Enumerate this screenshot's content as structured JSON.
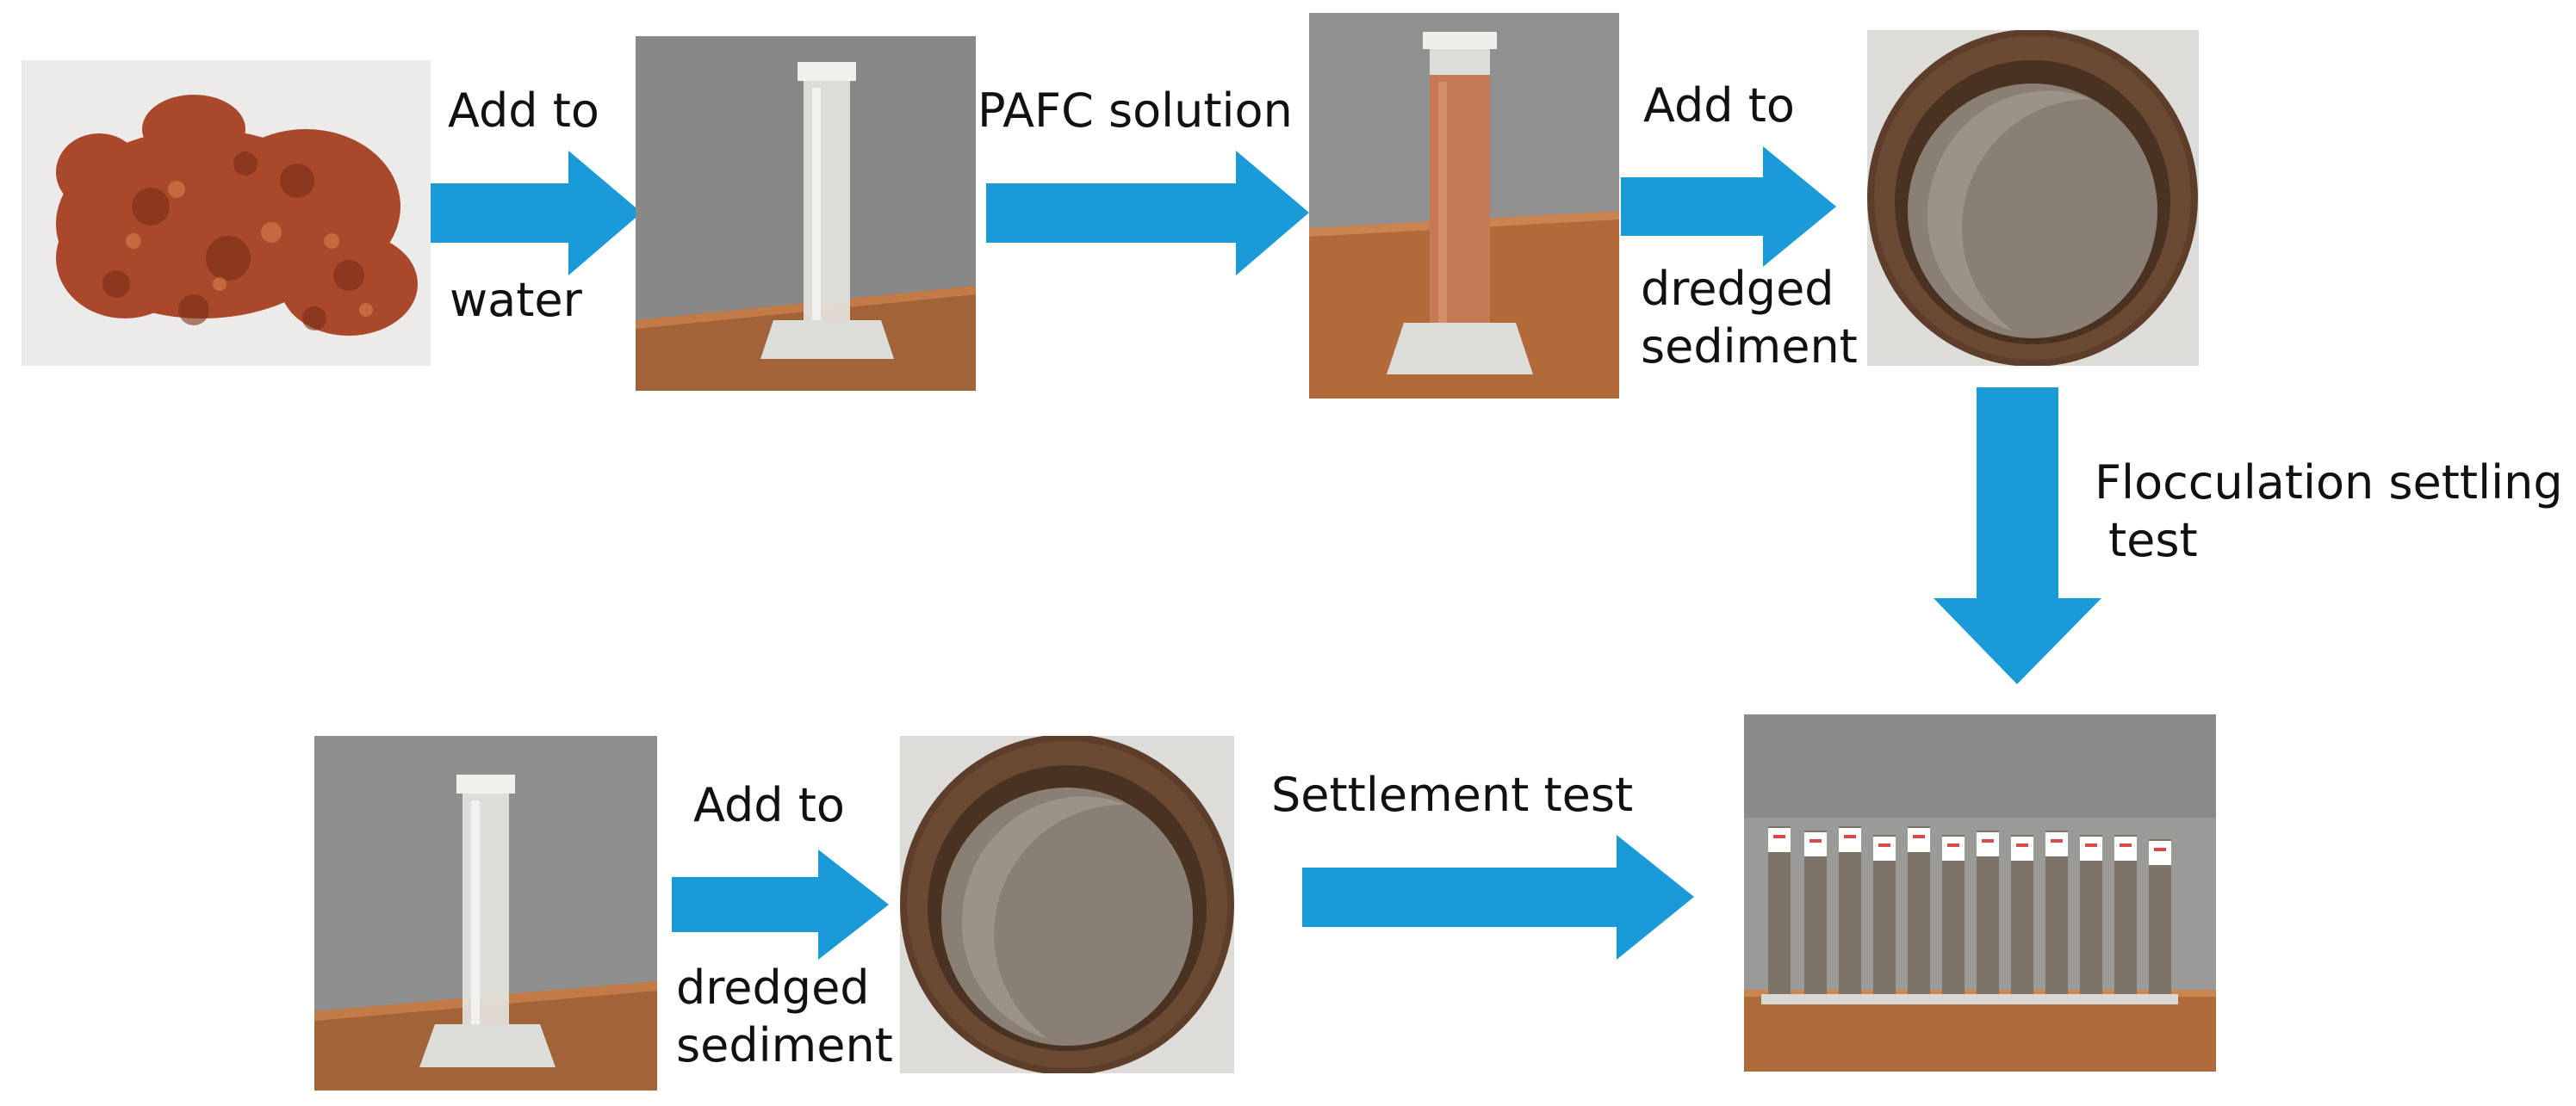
{
  "colors": {
    "arrow": "#1a9ad6",
    "sediment": "#8a7f73",
    "powder": "#b5552e",
    "wood": "#a5643a",
    "wall": "#8d8d8d"
  },
  "steps": {
    "add_to_water": {
      "top": "Add to",
      "bottom": "water"
    },
    "pafc": {
      "top": "PAFC solution"
    },
    "add_to_sediment_1": {
      "top": "Add to",
      "bottom_1": "dredged",
      "bottom_2": "sediment"
    },
    "flocculation": {
      "line_1": "Flocculation settling",
      "line_2": "test"
    },
    "add_to_sediment_2": {
      "top": "Add to",
      "bottom_1": "dredged",
      "bottom_2": "sediment"
    },
    "settlement": {
      "top": "Settlement test"
    }
  },
  "images": [
    "pafc-powder-photo",
    "empty-cylinder-photo",
    "pafc-solution-cylinder-photo",
    "sediment-bucket-photo",
    "cylinder-row-photo",
    "empty-cylinder-photo-2",
    "sediment-bucket-photo-2"
  ]
}
